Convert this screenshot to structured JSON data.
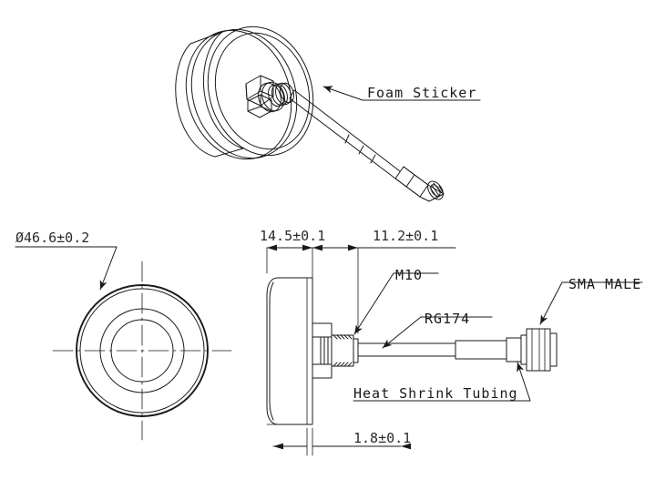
{
  "drawing": {
    "type": "engineering-drawing",
    "subject": "Puck antenna with RG174 cable and SMA male connector",
    "background_color": "#ffffff",
    "line_color": "#1a1a1a",
    "views": {
      "isometric": {
        "name": "isometric-view"
      },
      "front": {
        "name": "front-view"
      },
      "side": {
        "name": "side-view"
      }
    }
  },
  "labels": {
    "foam_sticker": "Foam Sticker",
    "sma_male": "SMA MALE",
    "m10": "M10",
    "rg174": "RG174",
    "heat_shrink": "Heat Shrink Tubing"
  },
  "dimensions": {
    "diameter": "Ø46.6±0.2",
    "body_depth": "14.5±0.1",
    "stem_length": "11.2±0.1",
    "thread_gap": "1.8±0.1"
  },
  "values": {
    "diameter_nominal": 46.6,
    "diameter_tolerance": 0.2,
    "body_depth_nominal": 14.5,
    "body_depth_tolerance": 0.1,
    "stem_length_nominal": 11.2,
    "stem_length_tolerance": 0.1,
    "thread_gap_nominal": 1.8,
    "thread_gap_tolerance": 0.1,
    "thread_spec": "M10",
    "cable_type": "RG174",
    "connector_type": "SMA MALE"
  }
}
